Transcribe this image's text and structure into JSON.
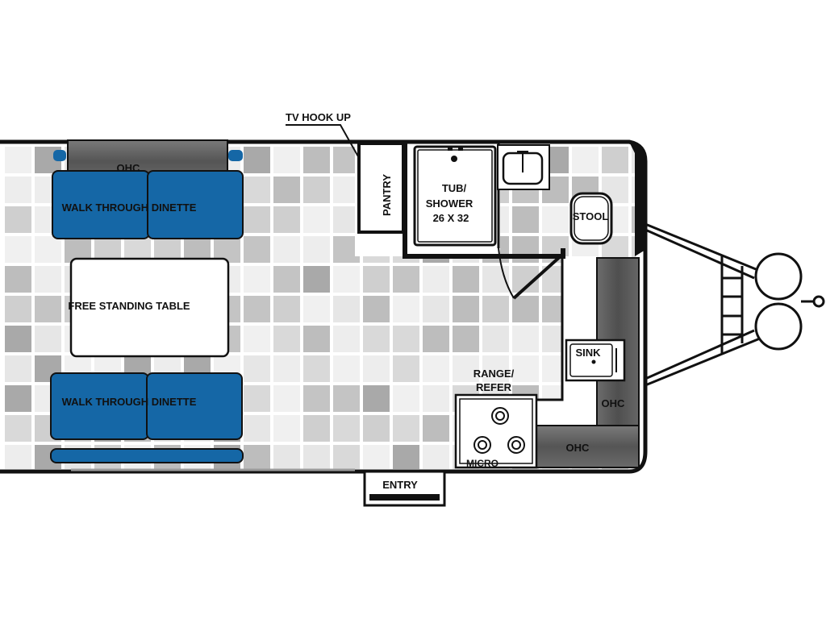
{
  "labels": {
    "tv_hookup": "TV HOOK UP",
    "pantry": "PANTRY",
    "tub_line1": "TUB/",
    "tub_line2": "SHOWER",
    "tub_line3": "26 X 32",
    "stool": "STOOL",
    "ohc_top": "OHC",
    "dinette_top": "WALK THROUGH DINETTE",
    "table": "FREE STANDING TABLE",
    "dinette_bottom": "WALK THROUGH DINETTE",
    "sink": "SINK",
    "range_line1": "RANGE/",
    "range_line2": "REFER",
    "ohc_right": "OHC",
    "ohc_bottom": "OHC",
    "micro": "MICRO",
    "entry": "ENTRY"
  },
  "colors": {
    "cushion": "#1567a6",
    "cabinet": "#5b5b5b",
    "wall": "#111111"
  }
}
